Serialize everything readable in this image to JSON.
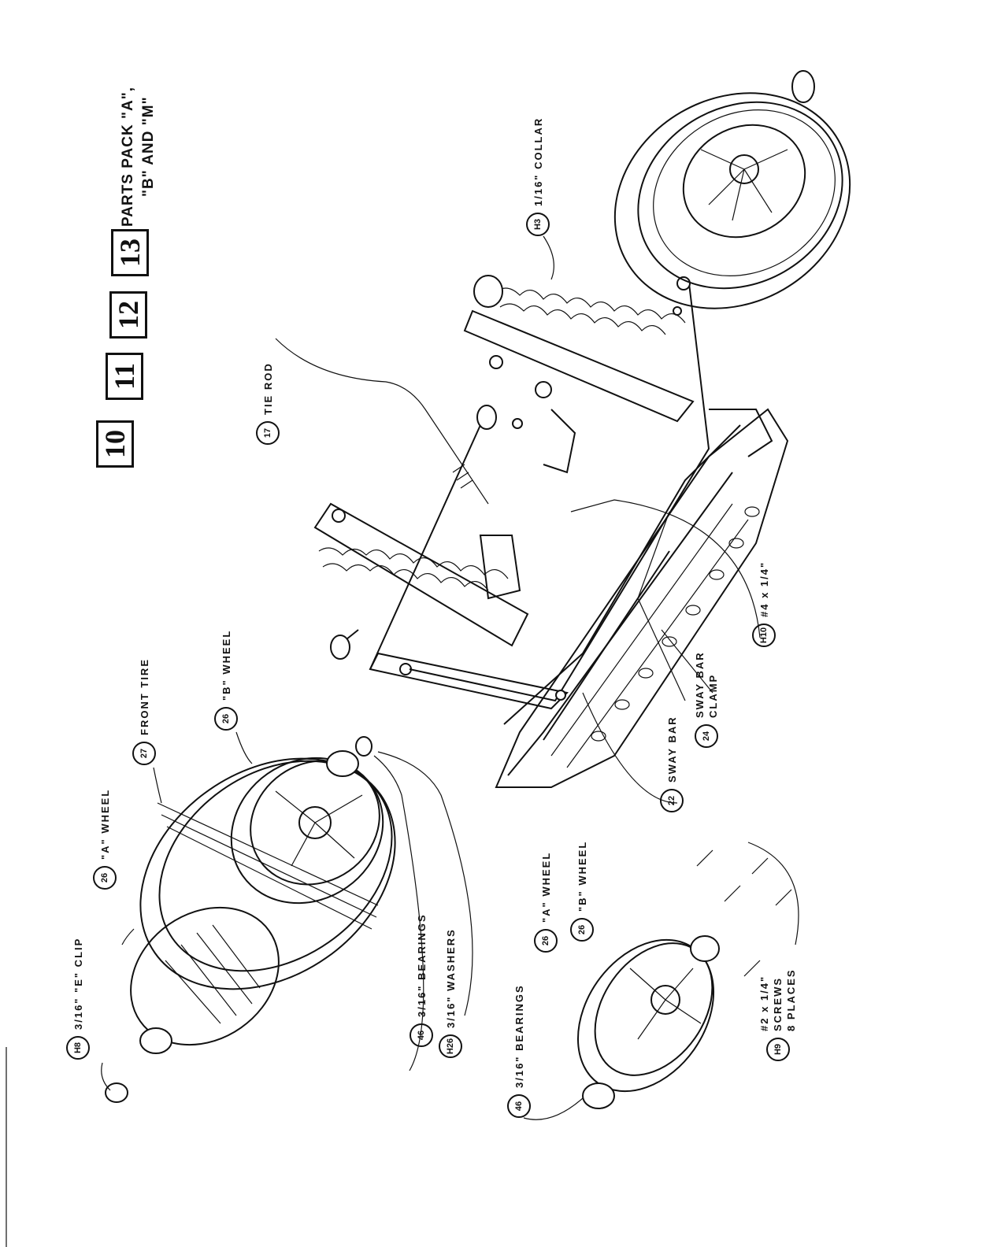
{
  "header": {
    "step_numbers": [
      "10",
      "11",
      "12",
      "13"
    ],
    "parts_pack_line1": "PARTS PACK \"A\",",
    "parts_pack_line2": "\"B\" AND \"M\""
  },
  "callouts": {
    "h3": {
      "num": "H3",
      "text": "1/16\" COLLAR"
    },
    "p17": {
      "num": "17",
      "text": "TIE ROD"
    },
    "p27": {
      "num": "27",
      "text": "FRONT TIRE"
    },
    "p26_top": {
      "num": "26",
      "text": "\"B\" WHEEL"
    },
    "p26_left": {
      "num": "26",
      "text": "\"A\" WHEEL"
    },
    "h8": {
      "num": "H8",
      "text": "3/16\" \"E\" CLIP"
    },
    "p46_a": {
      "num": "46",
      "text": "3/16\" BEARINGS"
    },
    "h26": {
      "num": "H26",
      "text": "3/16\" WASHERS"
    },
    "p46_b": {
      "num": "46",
      "text": "3/16\" BEARINGS"
    },
    "p26_a2": {
      "num": "26",
      "text": "\"A\" WHEEL"
    },
    "p26_b2": {
      "num": "26",
      "text": "\"B\" WHEEL"
    },
    "h9": {
      "num": "H9",
      "line1": "#2 x 1/4\"",
      "line2": "SCREWS",
      "line3": "8 PLACES"
    },
    "p22": {
      "num": "22",
      "text": "SWAY BAR"
    },
    "p24": {
      "num": "24",
      "line1": "SWAY BAR",
      "line2": "CLAMP"
    },
    "h10": {
      "num": "H10",
      "text": "#4 x 1/4\""
    }
  }
}
